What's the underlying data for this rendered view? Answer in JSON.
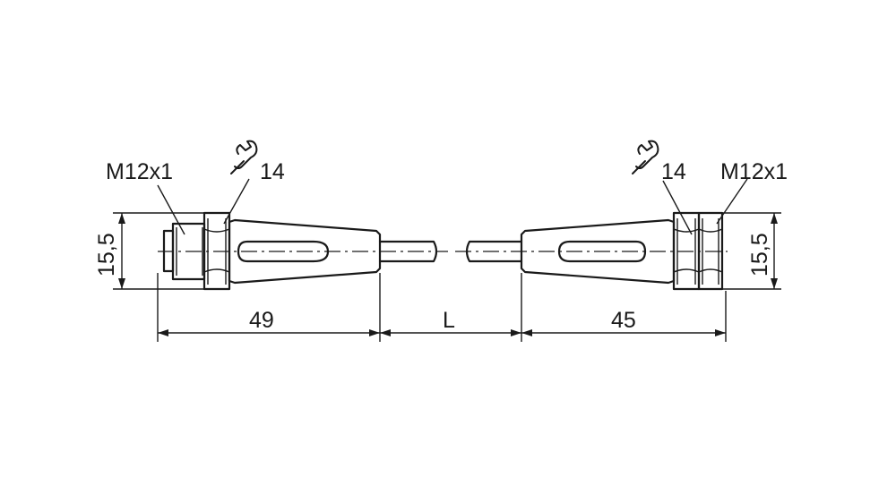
{
  "connector_left": {
    "thread_label": "M12x1",
    "wrench_size": "14",
    "diameter": "15,5",
    "length": "49"
  },
  "connector_right": {
    "thread_label": "M12x1",
    "wrench_size": "14",
    "diameter": "15,5",
    "length": "45"
  },
  "cable_length": "L"
}
